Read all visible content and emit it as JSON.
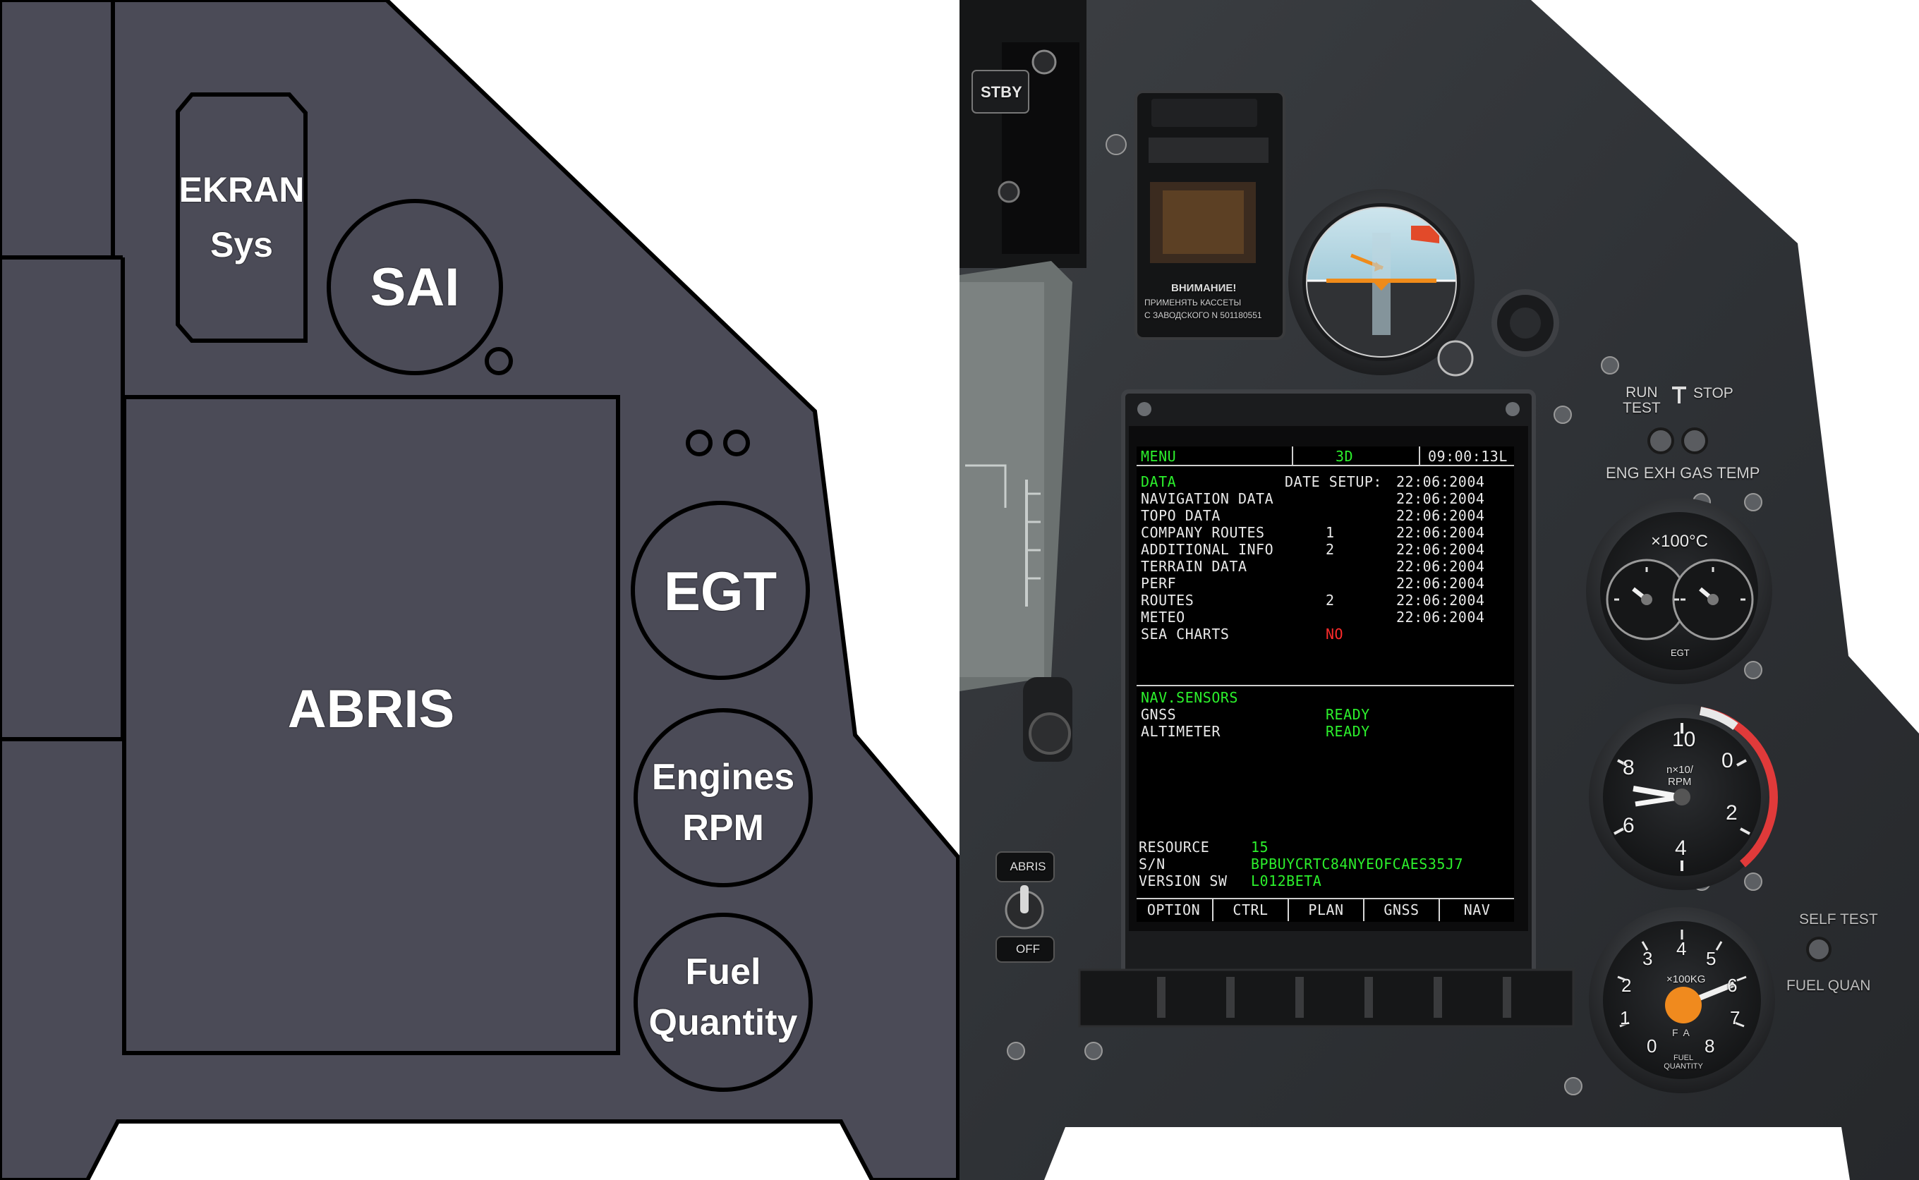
{
  "diagram": {
    "ekran_line1": "EKRAN",
    "ekran_line2": "Sys",
    "sai": "SAI",
    "egt": "EGT",
    "abris": "ABRIS",
    "engines_line1": "Engines",
    "engines_line2": "RPM",
    "fuel_line1": "Fuel",
    "fuel_line2": "Quantity"
  },
  "panel": {
    "stby": "STBY",
    "run_test": "RUN\nTEST",
    "stop": "STOP",
    "eng_exh_gas_temp": "ENG EXH GAS TEMP",
    "self_test": "SELF TEST",
    "fuel_quan": "FUEL QUAN",
    "abris_switch": "ABRIS",
    "off": "OFF",
    "warning_title": "ВНИМАНИЕ!",
    "warning_line1": "ПРИМЕНЯТЬ КАССЕТЫ",
    "warning_line2": "С ЗАВОДСКОГО N 501180551"
  },
  "gauges": {
    "egt_scale": "×100°C",
    "egt_badge": "EGT",
    "rpm_unit_line1": "n×10/",
    "rpm_unit_line2": "RPM",
    "rpm_ticks": [
      "10",
      "0",
      "8",
      "2",
      "6",
      "4"
    ],
    "fuel_unit": "×100KG",
    "fuel_ticks": [
      "4",
      "3",
      "5",
      "2",
      "6",
      "1",
      "7",
      "0",
      "8"
    ],
    "fuel_fa": "F  A",
    "fuel_bottom": "FUEL\nQUANTITY"
  },
  "screen": {
    "header": {
      "menu": "MENU",
      "mode": "3D",
      "time": "09:00:13L"
    },
    "data_title": "DATA",
    "date_setup_label": "DATE SETUP:",
    "date_setup_value": "22:06:2004",
    "data_rows": [
      {
        "name": "NAVIGATION DATA",
        "count": "",
        "date": "22:06:2004"
      },
      {
        "name": "TOPO DATA",
        "count": "",
        "date": "22:06:2004"
      },
      {
        "name": "COMPANY ROUTES",
        "count": "1",
        "date": "22:06:2004"
      },
      {
        "name": "ADDITIONAL INFO",
        "count": "2",
        "date": "22:06:2004"
      },
      {
        "name": "TERRAIN DATA",
        "count": "",
        "date": "22:06:2004"
      },
      {
        "name": "PERF",
        "count": "",
        "date": "22:06:2004"
      },
      {
        "name": "ROUTES",
        "count": "2",
        "date": "22:06:2004"
      },
      {
        "name": "METEO",
        "count": "",
        "date": "22:06:2004"
      },
      {
        "name": "SEA CHARTS",
        "count": "NO",
        "date": ""
      }
    ],
    "nav_title": "NAV.SENSORS",
    "nav_rows": [
      {
        "name": "GNSS",
        "status": "READY"
      },
      {
        "name": "ALTIMETER",
        "status": "READY"
      }
    ],
    "resource_label": "RESOURCE",
    "resource_value": "15",
    "sn_label": "S/N",
    "sn_value": "BPBUYCRTC84NYEOFCAES35J7",
    "version_label": "VERSION SW",
    "version_value": "L012BETA",
    "softkeys": [
      "OPTION",
      "CTRL",
      "PLAN",
      "GNSS",
      "NAV"
    ]
  },
  "colors": {
    "diagram_fill": "#4b4b57",
    "screen_green": "#2cf02c",
    "screen_red": "#ff2b2b",
    "rpm_redline": "#e03a3a",
    "fuel_knob": "#f08a1e"
  }
}
